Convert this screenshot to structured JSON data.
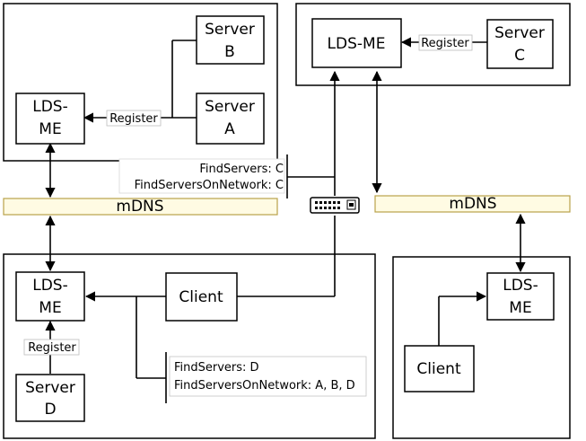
{
  "nodes": {
    "lds_top_left": [
      "LDS-",
      "ME"
    ],
    "server_b": [
      "Server",
      "B"
    ],
    "server_a": [
      "Server",
      "A"
    ],
    "lds_top_right": "LDS-ME",
    "server_c": [
      "Server",
      "C"
    ],
    "lds_bottom_left": [
      "LDS-",
      "ME"
    ],
    "client_left": "Client",
    "server_d": [
      "Server",
      "D"
    ],
    "lds_bottom_right": [
      "LDS-",
      "ME"
    ],
    "client_right": "Client"
  },
  "labels": {
    "register_top_left": "Register",
    "register_top_right": "Register",
    "register_bottom_left": "Register",
    "mdns_left": "mDNS",
    "mdns_right": "mDNS"
  },
  "queries_top": [
    "FindServers: C",
    "FindServersOnNetwork: C"
  ],
  "queries_bottom": [
    "FindServers: D",
    "FindServersOnNetwork: A, B, D"
  ],
  "icons": {
    "network_switch": "network-switch-icon"
  }
}
